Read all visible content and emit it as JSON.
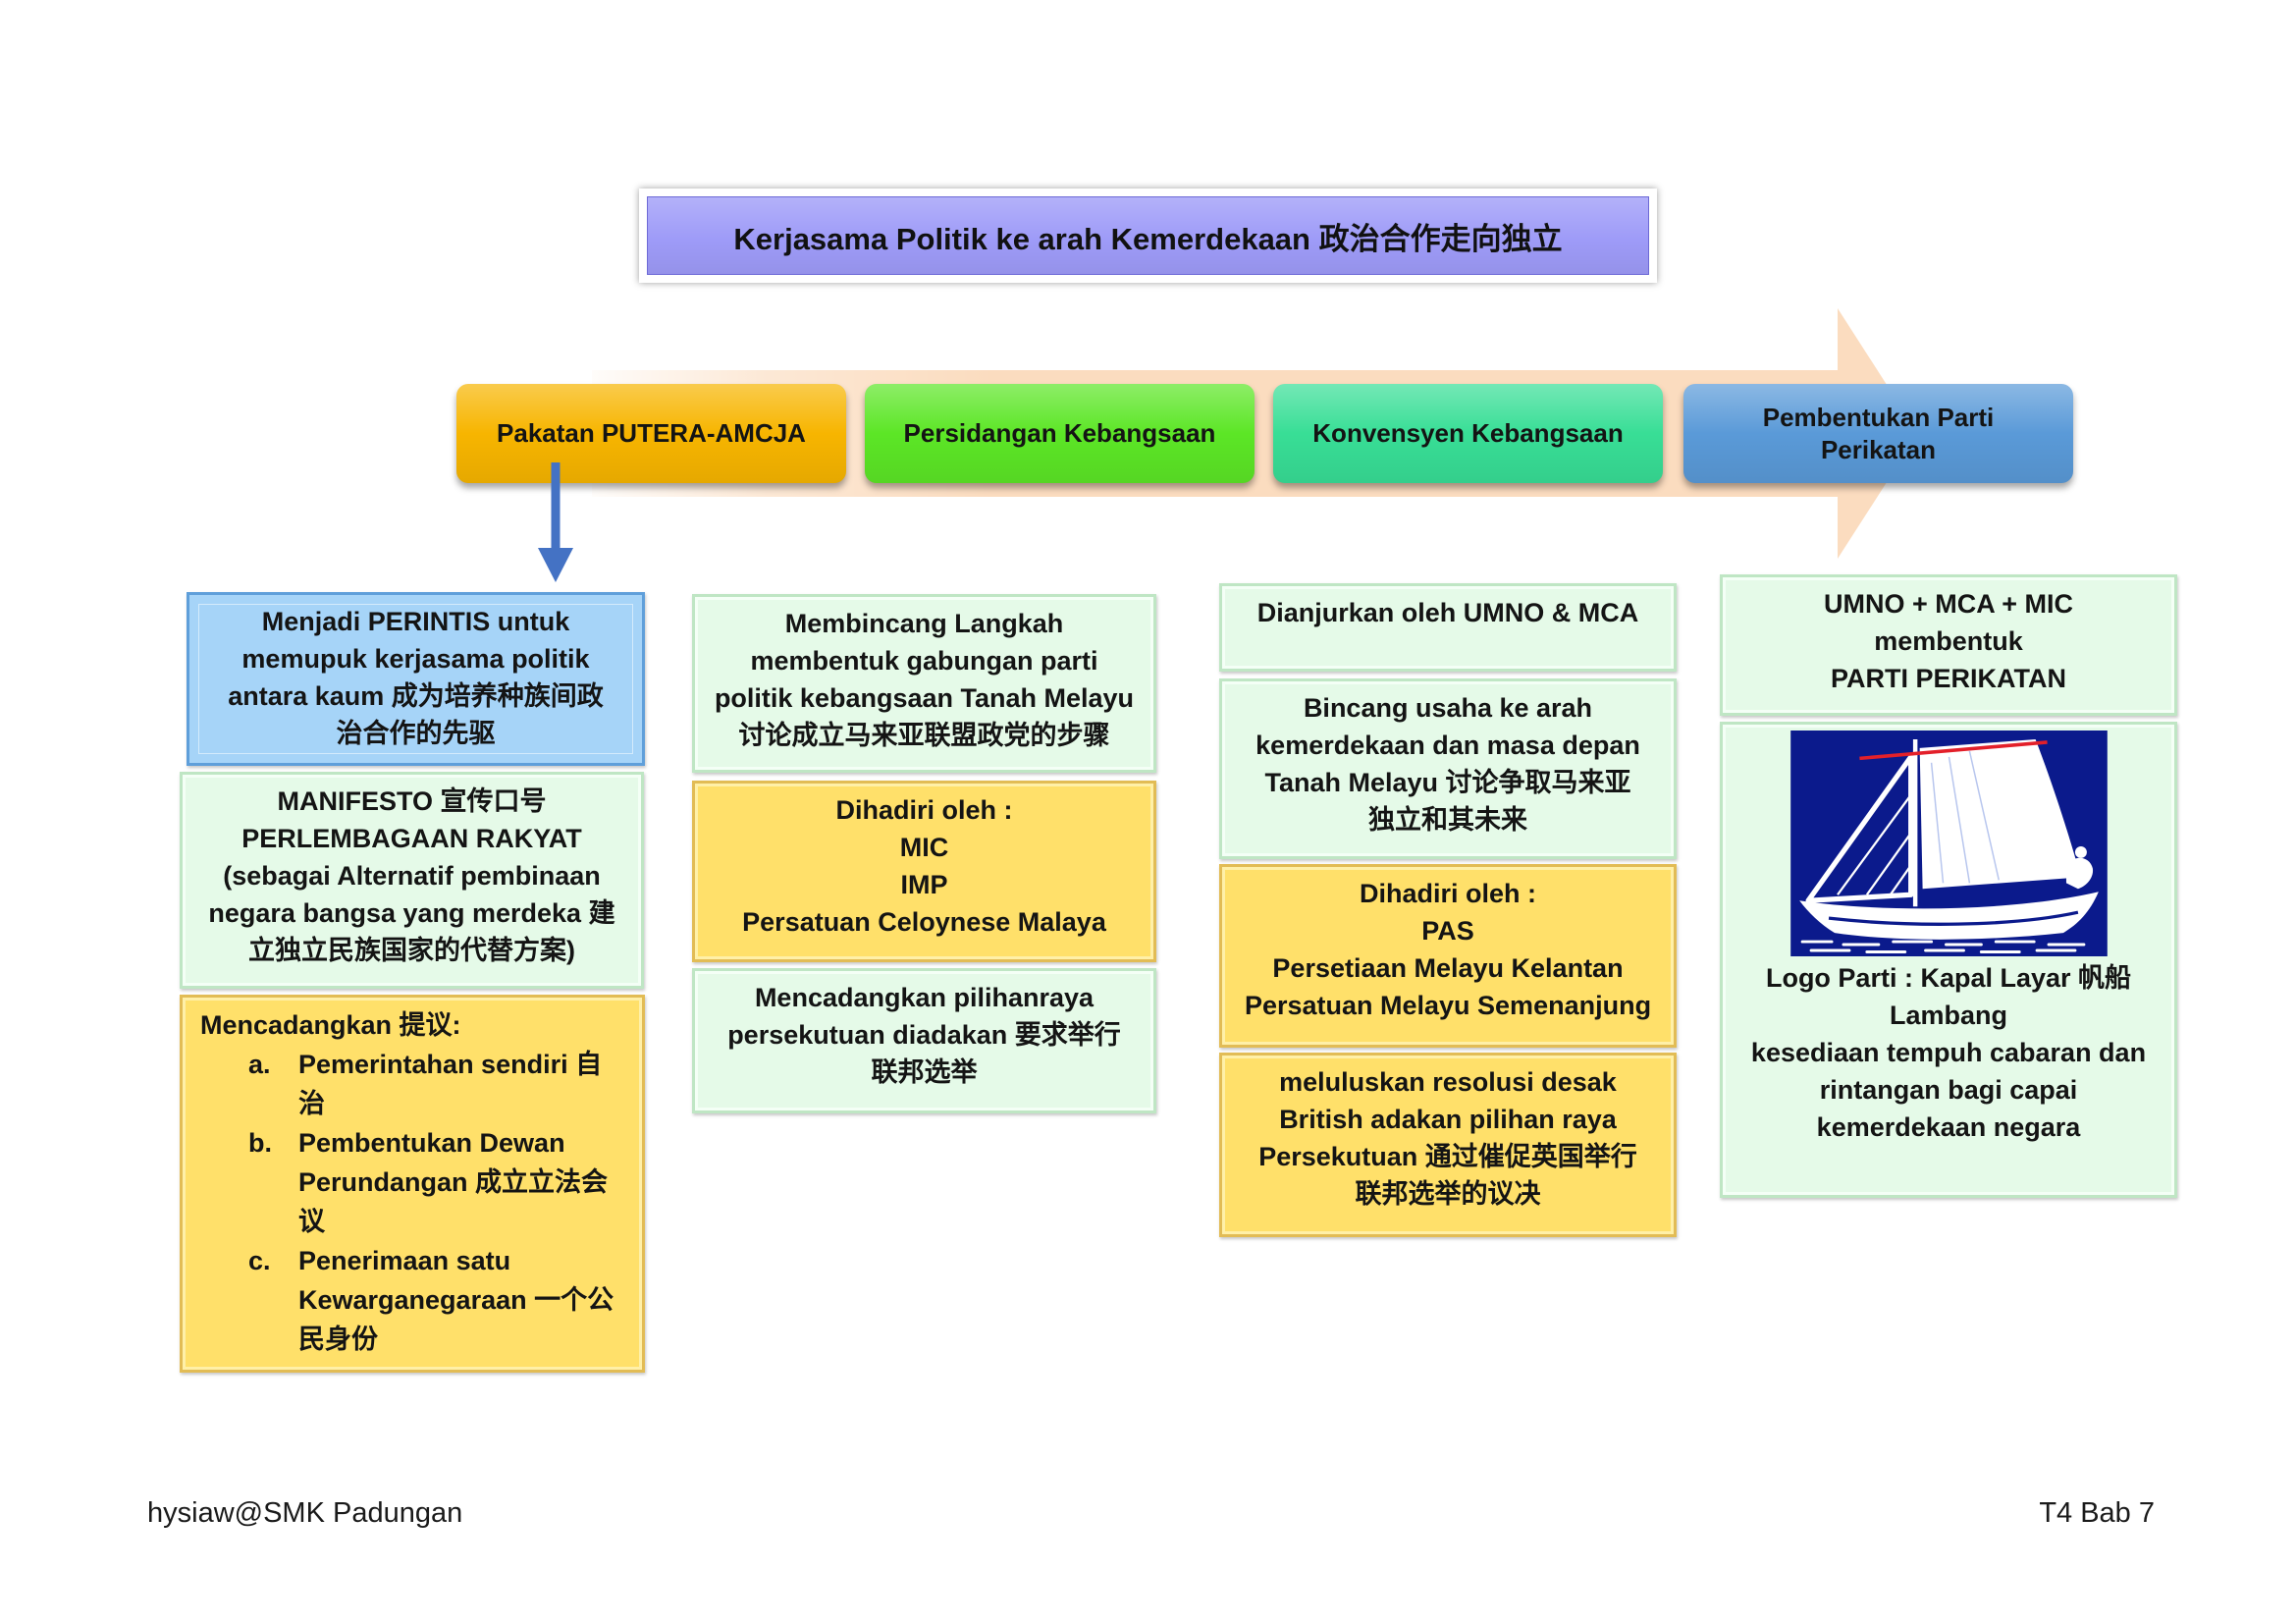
{
  "title": "Kerjasama Politik ke arah Kemerdekaan 政治合作走向独立",
  "palette": {
    "title": "#9e9bf8",
    "arrow": "#fbdcbf",
    "down_arrow": "#4472c4",
    "green_box": "#e5fae8",
    "yellow_box": "#ffe06a",
    "blue_box": "#a6d4f8",
    "logo_background": "#0b1a8c",
    "logo_red_line": "#e3202a"
  },
  "steps": [
    {
      "lines": [
        "Pakatan PUTERA-AMCJA"
      ],
      "color": "#f7b500"
    },
    {
      "lines": [
        "Persidangan Kebangsaan"
      ],
      "color": "#5ce626"
    },
    {
      "lines": [
        "Konvensyen Kebangsaan"
      ],
      "color": "#38de96"
    },
    {
      "lines": [
        "Pembentukan Parti",
        "Perikatan"
      ],
      "color": "#5a9ad8"
    }
  ],
  "columns": [
    {
      "boxes": [
        {
          "lines": [
            "Menjadi PERINTIS untuk",
            "memupuk kerjasama politik",
            "antara kaum 成为培养种族间政",
            "治合作的先驱"
          ]
        },
        {
          "lines": [
            "MANIFESTO 宣传口号",
            "PERLEMBAGAAN RAKYAT",
            "(sebagai Alternatif pembinaan",
            "negara bangsa yang merdeka 建",
            "立独立民族国家的代替方案)"
          ]
        },
        {
          "heading": "Mencadangkan 提议:",
          "items": [
            {
              "marker": "a.",
              "lines": [
                "Pemerintahan sendiri 自",
                "治"
              ]
            },
            {
              "marker": "b.",
              "lines": [
                "Pembentukan Dewan",
                "Perundangan 成立立法会",
                "议"
              ]
            },
            {
              "marker": "c.",
              "lines": [
                "Penerimaan satu",
                "Kewarganegaraan 一个公",
                "民身份"
              ]
            }
          ]
        }
      ]
    },
    {
      "boxes": [
        {
          "lines": [
            "Membincang Langkah",
            "membentuk gabungan parti",
            "politik kebangsaan Tanah Melayu",
            "讨论成立马来亚联盟政党的步骤"
          ]
        },
        {
          "lines": [
            "Dihadiri oleh :",
            "MIC",
            "IMP",
            "Persatuan Celoynese Malaya"
          ]
        },
        {
          "lines": [
            "Mencadangkan pilihanraya",
            "persekutuan diadakan 要求举行",
            "联邦选举"
          ]
        }
      ]
    },
    {
      "boxes": [
        {
          "lines": [
            "Dianjurkan oleh UMNO & MCA"
          ]
        },
        {
          "lines": [
            "Bincang usaha ke arah",
            "kemerdekaan dan masa depan",
            "Tanah Melayu 讨论争取马来亚",
            "独立和其未来"
          ]
        },
        {
          "lines": [
            "Dihadiri oleh :",
            "PAS",
            "Persetiaan Melayu Kelantan",
            "Persatuan Melayu Semenanjung"
          ]
        },
        {
          "lines": [
            "meluluskan resolusi desak",
            "British adakan pilihan raya",
            "Persekutuan 通过催促英国举行",
            "联邦选举的议决"
          ]
        }
      ]
    },
    {
      "boxes": [
        {
          "lines": [
            "UMNO + MCA + MIC",
            "membentuk",
            "PARTI PERIKATAN"
          ]
        },
        {
          "logo_icon": "sailboat-logo-icon",
          "lines": [
            "Logo Parti : Kapal Layar 帆船",
            "Lambang",
            "kesediaan tempuh cabaran dan",
            "rintangan bagi capai",
            "kemerdekaan negara"
          ]
        }
      ]
    }
  ],
  "footer": {
    "left": "hysiaw@SMK Padungan",
    "right": "T4 Bab 7"
  }
}
